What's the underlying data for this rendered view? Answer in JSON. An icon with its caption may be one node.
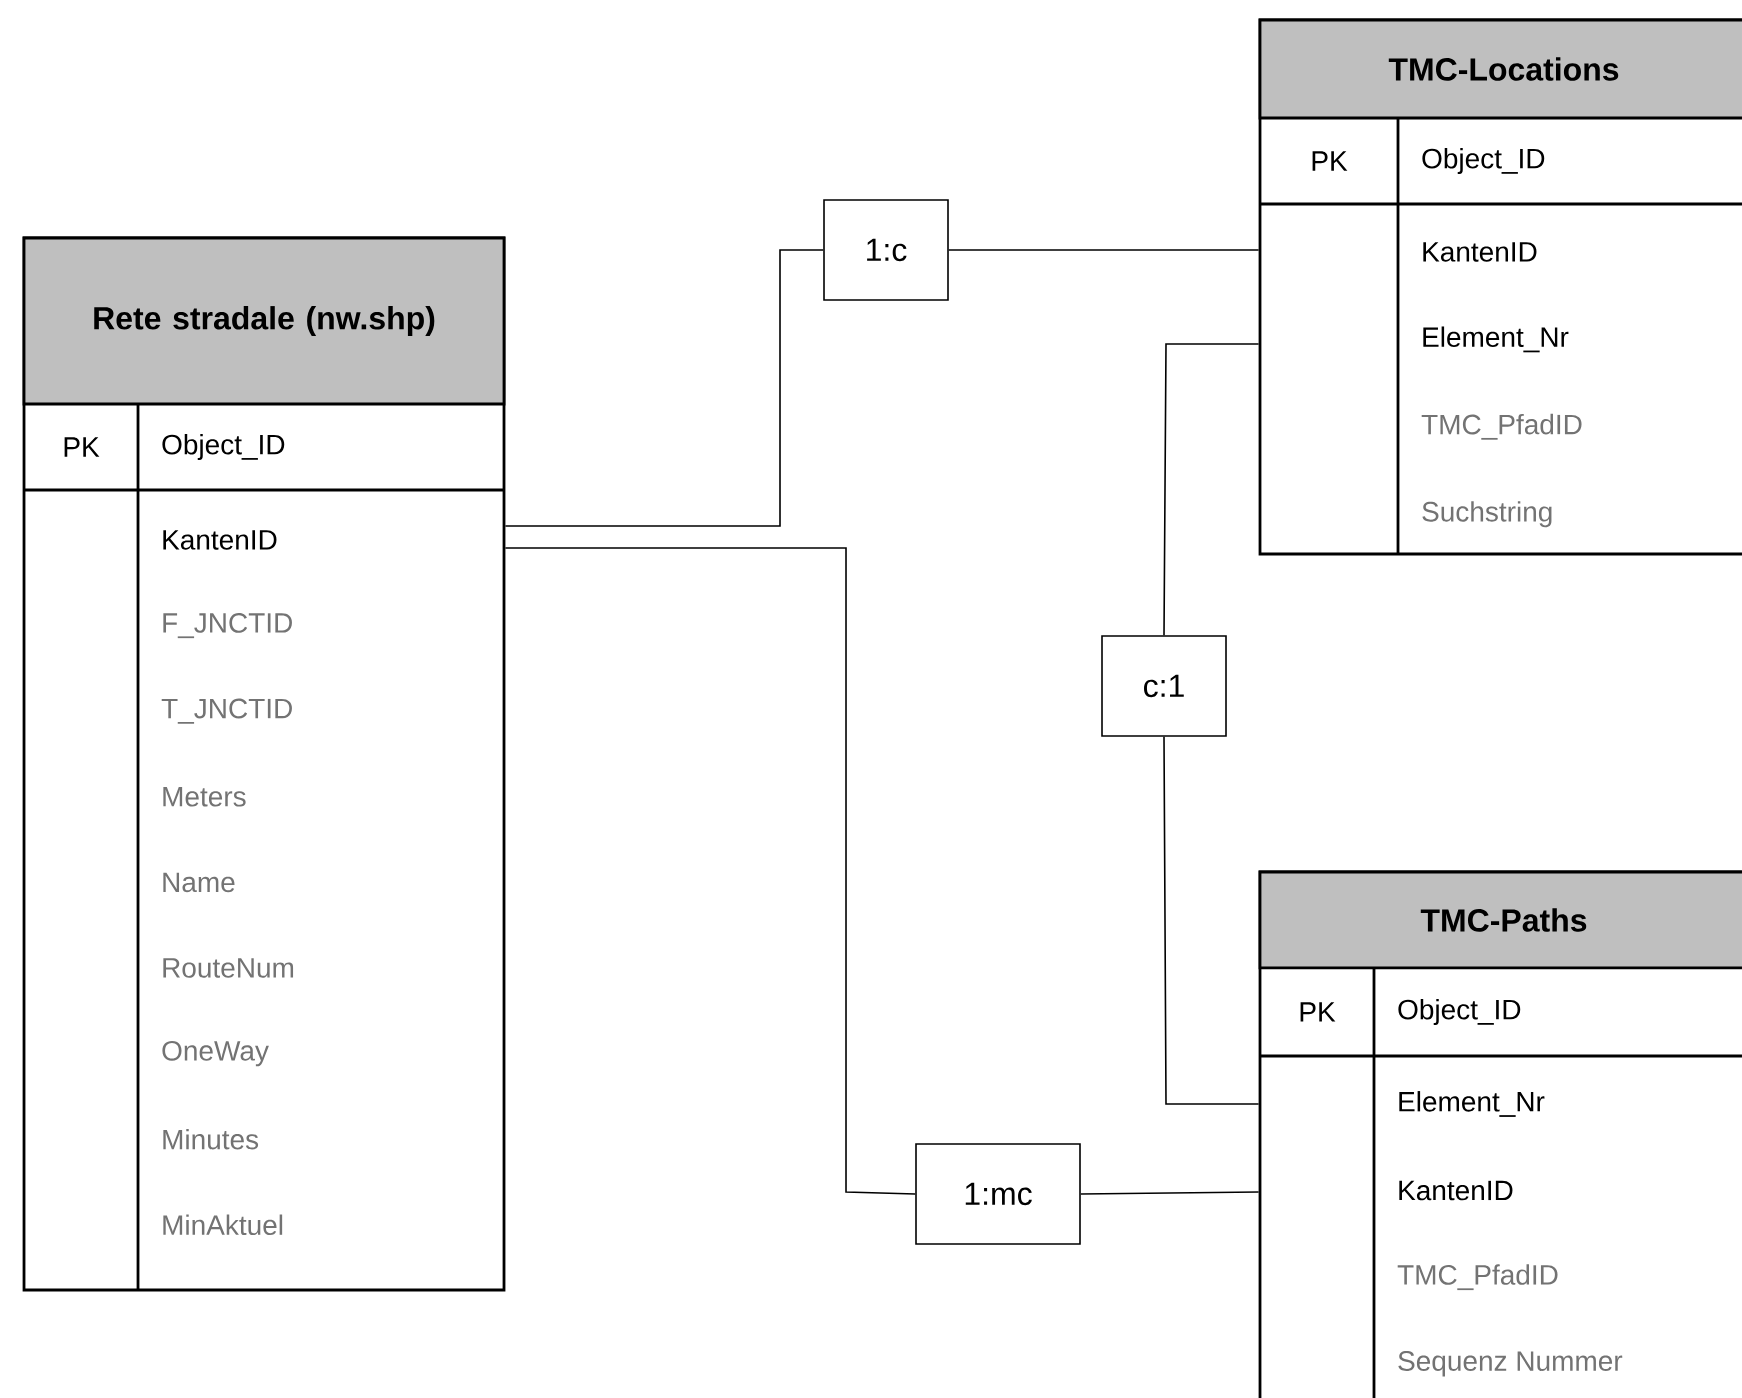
{
  "diagram": {
    "nodes": [
      {
        "text": [
          "Rete stradale (nw.shp)",
          "PK",
          "Object_ID",
          "KantenID",
          "F_JNCTID",
          "T_JNCTID",
          "Meters",
          "Name",
          "RouteNum",
          "OneWay",
          "Minutes",
          "MinAktuel"
        ]
      },
      {
        "text": [
          "1:c"
        ]
      },
      {
        "text": [
          "TMC-Locations",
          "PK",
          "Object_ID",
          "KantenID",
          "Element_Nr",
          "TMC_PfadID",
          "Suchstring"
        ]
      },
      {
        "text": [
          "c:1"
        ]
      },
      {
        "text": [
          "TMC-Paths",
          "PK",
          "Object_ID",
          "Element_Nr",
          "KantenID",
          "TMC_PfadID",
          "Sequenz Nummer"
        ]
      },
      {
        "text": [
          "1:mc"
        ]
      }
    ],
    "edges": [
      {
        "from": 0,
        "to": 1,
        "arrow": "none"
      },
      {
        "from": 1,
        "to": 2,
        "arrow": "none"
      },
      {
        "from": 2,
        "to": 3,
        "arrow": "none"
      },
      {
        "from": 3,
        "to": 4,
        "arrow": "none"
      },
      {
        "from": 0,
        "to": 5,
        "arrow": "none"
      },
      {
        "from": 5,
        "to": 4,
        "arrow": "none"
      }
    ]
  }
}
